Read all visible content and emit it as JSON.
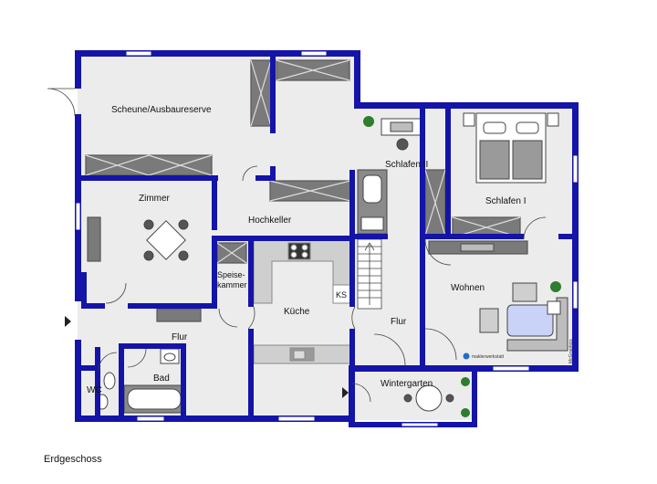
{
  "plan": {
    "caption": "Erdgeschoss",
    "rooms": {
      "scheune": "Scheune/Ausbaureserve",
      "zimmer": "Zimmer",
      "hochkeller": "Hochkeller",
      "speise_1": "Speise-",
      "speise_2": "kammer",
      "kueche": "Küche",
      "ks": "KS",
      "flur_left": "Flur",
      "flur_center": "Flur",
      "bad": "Bad",
      "wc": "WC",
      "schlafen2": "Schlafen II",
      "schlafen1": "Schlafen I",
      "wohnen": "Wohnen",
      "wintergarten": "Wintergarten"
    },
    "brand": "maklerwerkstatt",
    "vertical_mark": "McGraphics"
  },
  "colors": {
    "wall": "#1414a8",
    "window": "#b9bfd8",
    "floor": "#ececec",
    "furniture": "#808080",
    "furniture_dark": "#5a5a5a",
    "sofa_table": "#c9d3f7",
    "plant": "#2f7d2f"
  }
}
